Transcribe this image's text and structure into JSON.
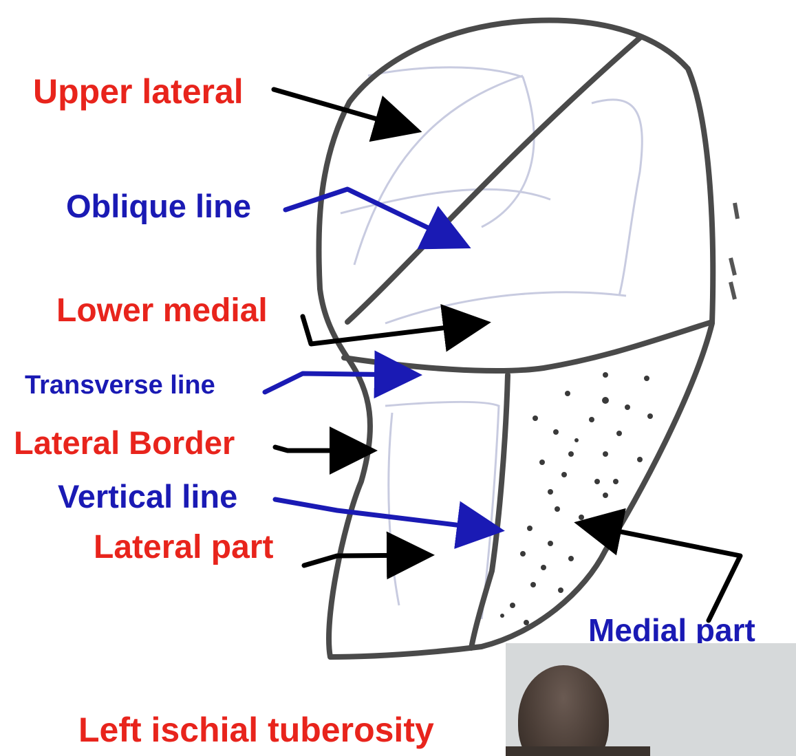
{
  "labels": {
    "upper_lateral": "Upper lateral",
    "oblique_line": "Oblique line",
    "lower_medial": "Lower medial",
    "transverse_line": "Transverse line",
    "lateral_border": "Lateral Border",
    "vertical_line": "Vertical line",
    "lateral_part": "Lateral part",
    "medial_part": "Medial part"
  },
  "caption": "Left ischial tuberosity",
  "colors": {
    "label_red": "#e8241c",
    "label_blue": "#1a1ab4",
    "outline": "#4a4a4a",
    "arrow_black": "#000000",
    "arrow_blue": "#1a1ab4"
  }
}
